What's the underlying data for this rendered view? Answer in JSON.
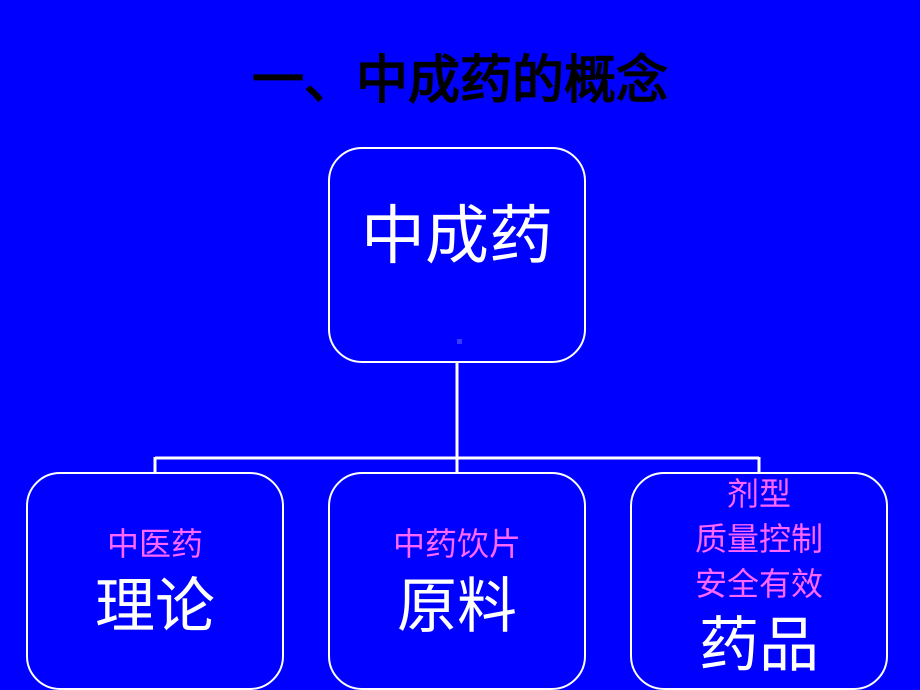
{
  "slide": {
    "title": "一、中成药的概念"
  },
  "diagram": {
    "root": {
      "label": "中成药"
    },
    "children": [
      {
        "small_lines": [
          "中医药"
        ],
        "big": "理论"
      },
      {
        "small_lines": [
          "中药饮片"
        ],
        "big": "原料"
      },
      {
        "small_lines": [
          "剂型",
          "质量控制",
          "安全有效"
        ],
        "big": "药品"
      }
    ]
  },
  "colors": {
    "background": "#0000ff",
    "title": "#000000",
    "line": "#ffffff",
    "accent_text": "#ff66ff"
  }
}
